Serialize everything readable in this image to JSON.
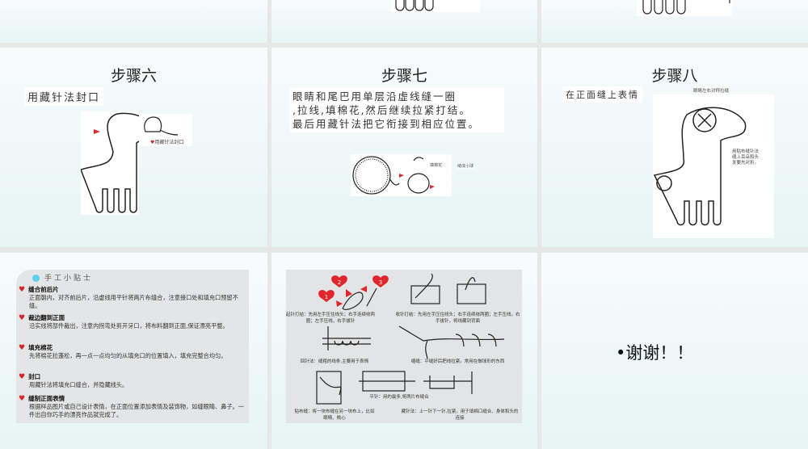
{
  "slides": {
    "step6": {
      "title": "步骤六",
      "note": "用藏针法封口",
      "label": "用藏针法封口"
    },
    "step7": {
      "title": "步骤七",
      "note_lines": [
        "眼睛和尾巴用单层沿虚线缝一圈",
        ",拉线,填棉花,然后继续拉紧打结。",
        "最后用藏针法把它衔接到相应位置。"
      ],
      "label1": "填棉花",
      "label2": "缝成小球"
    },
    "step8": {
      "title": "步骤八",
      "note": "在正面缝上表情",
      "label_eyes": "眼睛左右对称拉缝",
      "label_ears": [
        "用贴布缝针法",
        "缝上耳朵和头",
        "发要先对折。"
      ]
    },
    "tips": {
      "heading": "手工小贴士",
      "items": [
        {
          "title": "缝合前后片",
          "text": "正面朝内，对齐前后片，沿虚线用平针将两片布缝合，注意接口处和填充口预留不缝。"
        },
        {
          "title": "裁边翻到正面",
          "text": "沿实线将部件裁出，注意内拐弯处剪开牙口，将布料翻到正面,保证漂亮平整。"
        },
        {
          "title": "填充棉花",
          "text": "先将棉花拉蓬松，再一点一点均匀的从填充口的位置填入，填充完整合均匀。"
        },
        {
          "title": "封口",
          "text": "用藏针法将填充口缝合，并隐藏线头。"
        },
        {
          "title": "缝制正面表情",
          "text": "根据样品图片或自己设计表情，在正面位置添加表情及装饰物，如缝眼睛、鼻子。一件出自你巧手的漂亮作品就完成了。"
        }
      ]
    },
    "stitches": {
      "captions": [
        "起针打结：先用左手压住线头；右手连续绕两圈；左手压线，右手拔针",
        "收针打结：先用左手压住线头；右手连续绕两圈；左手压线，右手拔针，将线藏到背面",
        "回针法：缝粗的线条,主要用于表情",
        "缩缝：平缝好后把线拉紧。常用在做球形的东西",
        "平针：用的最多,将两片布缝合",
        "贴布缝：将一块布缝在另一块布上，比如眼睛、桃心",
        "藏针法：上一针下一针,拉紧。用于填棉口缝合、身体和头的连接"
      ],
      "hearts": [
        "1",
        "2",
        "3"
      ]
    },
    "thanks": {
      "text": "•谢谢！！"
    }
  }
}
